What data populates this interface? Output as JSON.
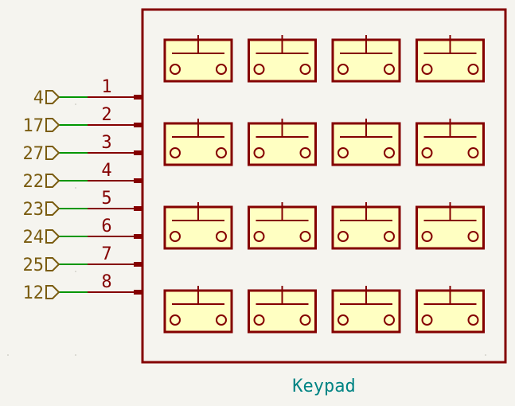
{
  "component": {
    "reference": "Keypad"
  },
  "pins": [
    {
      "number": "1",
      "net": "4"
    },
    {
      "number": "2",
      "net": "17"
    },
    {
      "number": "3",
      "net": "27"
    },
    {
      "number": "4",
      "net": "22"
    },
    {
      "number": "5",
      "net": "23"
    },
    {
      "number": "6",
      "net": "24"
    },
    {
      "number": "7",
      "net": "25"
    },
    {
      "number": "8",
      "net": "12"
    }
  ],
  "keys": {
    "rows": 4,
    "cols": 4
  },
  "colors": {
    "background": "#f5f4ef",
    "body": "#840000",
    "key_fill": "#ffffc2",
    "wire": "#009600",
    "label": "#7a5c10",
    "reference": "#008484"
  }
}
